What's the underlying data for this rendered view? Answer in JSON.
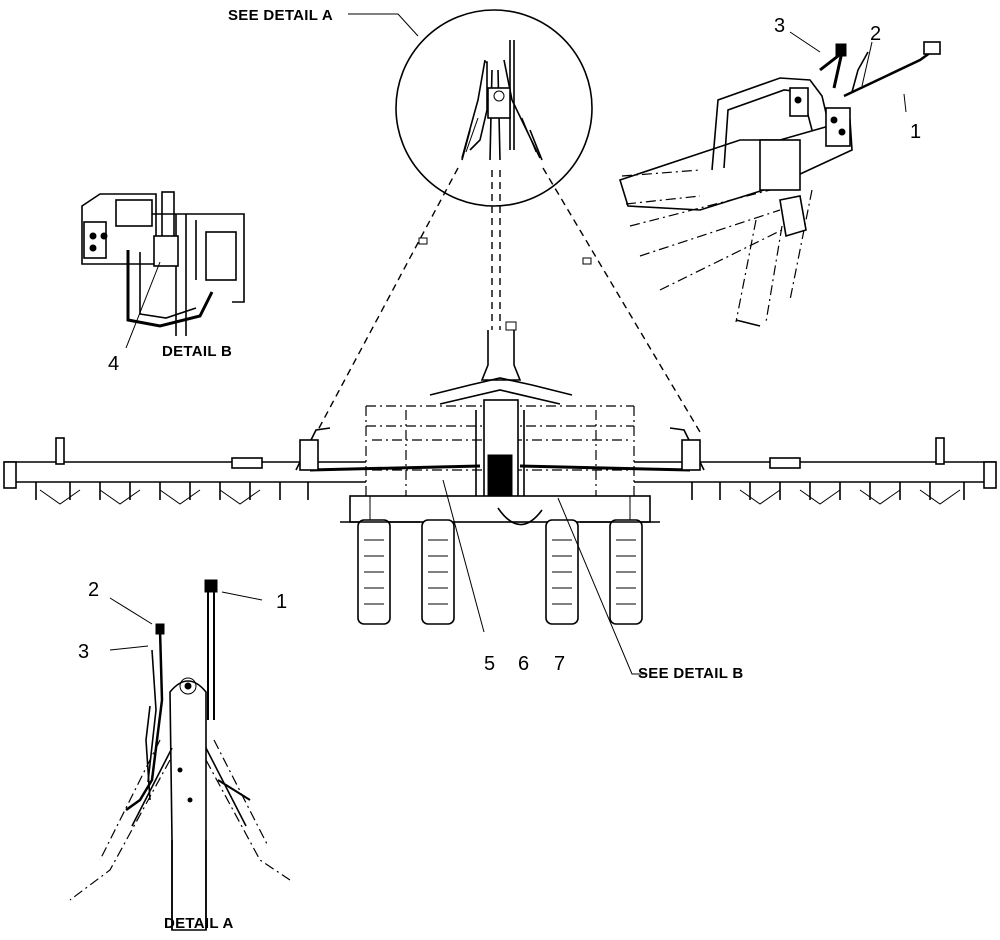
{
  "callouts": {
    "see_detail_a": "SEE DETAIL  A",
    "see_detail_b": "SEE DETAIL  B",
    "detail_a": "DETAIL  A",
    "detail_b": "DETAIL  B"
  },
  "item_numbers": {
    "top_right": [
      "3",
      "2",
      "1"
    ],
    "detail_b": "4",
    "center": [
      "5",
      "6",
      "7"
    ],
    "detail_a": [
      "2",
      "3",
      "1"
    ]
  }
}
